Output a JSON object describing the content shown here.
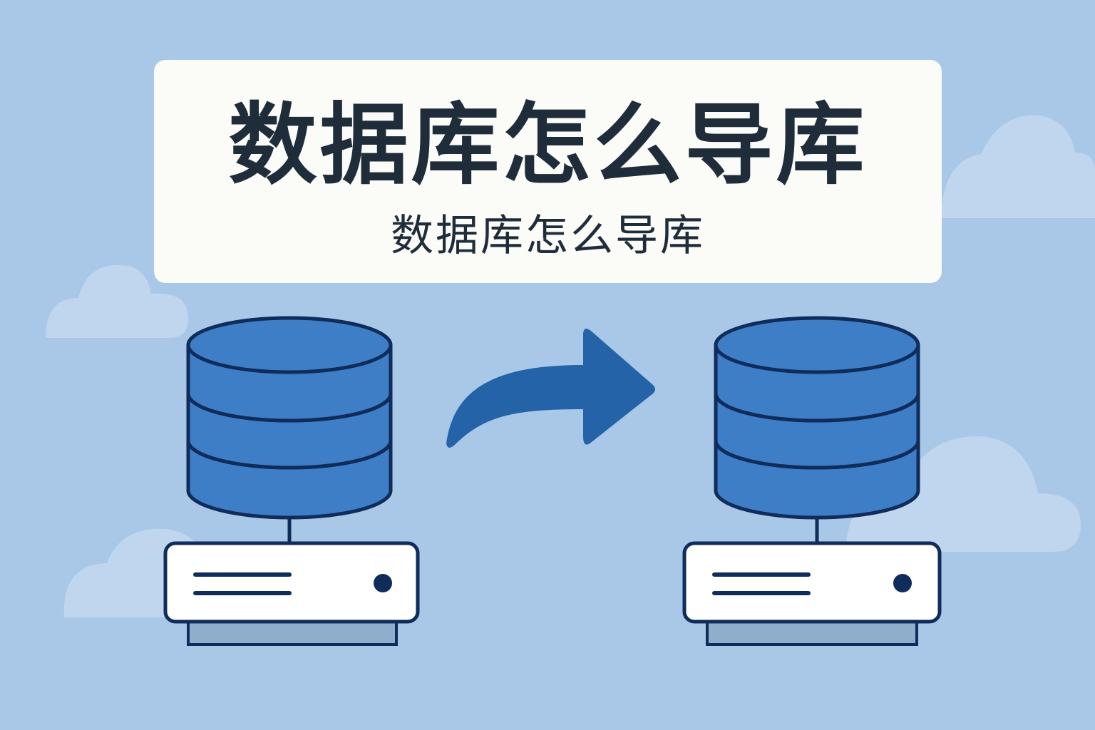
{
  "title": {
    "main": "数据库怎么导库",
    "subtitle": "数据库怎么导库"
  },
  "nodes": [
    {
      "id": "source-database",
      "icon": "database-server-icon"
    },
    {
      "id": "target-database",
      "icon": "database-server-icon"
    }
  ],
  "edges": [
    {
      "from": "source-database",
      "to": "target-database",
      "icon": "curved-arrow-right-icon"
    }
  ],
  "colors": {
    "background": "#a9c8e7",
    "cloud": "#bfd6ee",
    "card": "#fbfbf8",
    "title_text": "#1f2d3a",
    "cylinder_fill": "#3d7ec6",
    "outline": "#0f2c5a",
    "arrow": "#2563a8",
    "server_fill": "#ffffff",
    "server_base": "#8faecc"
  }
}
